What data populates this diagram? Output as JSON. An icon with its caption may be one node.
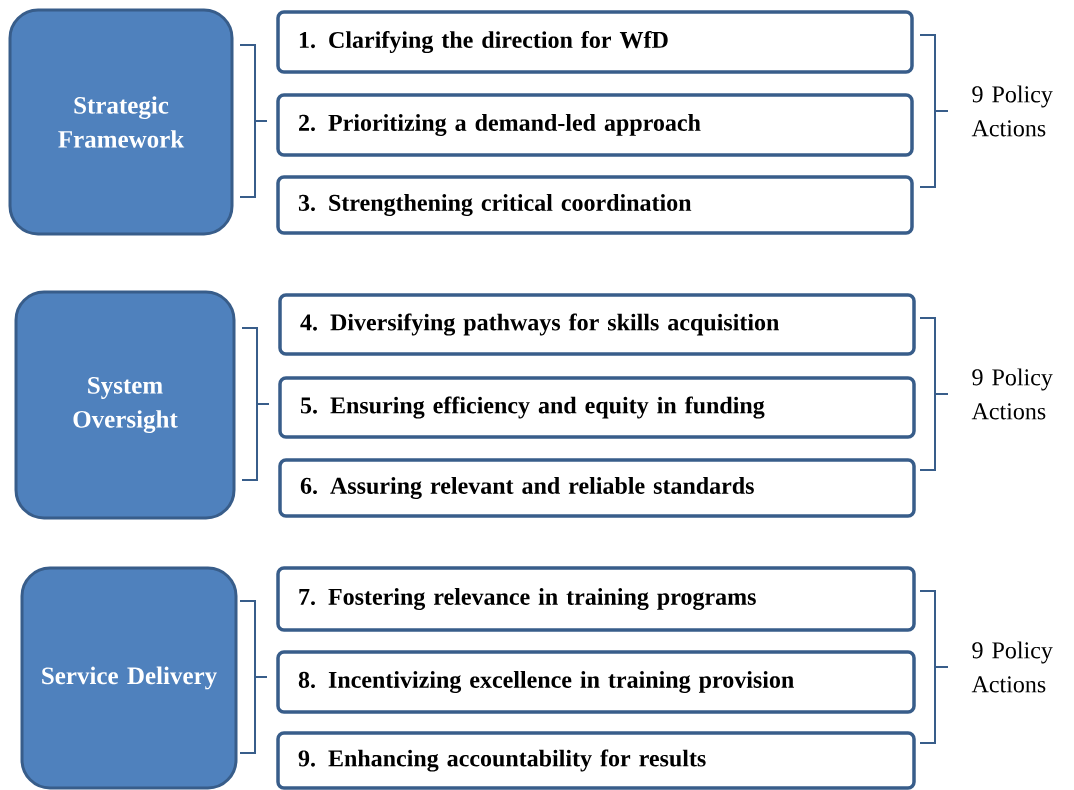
{
  "diagram": {
    "nodes": [
      {
        "text": [
          "Strategic Framework"
        ]
      },
      {
        "text": [
          "1. Clarifying  the direction for WfD"
        ]
      },
      {
        "text": [
          "2. Prioritizing a demand-led approach"
        ]
      },
      {
        "text": [
          "3. Strengthening critical coordination"
        ]
      },
      {
        "text": [
          "System Oversight"
        ]
      },
      {
        "text": [
          "4. Diversifying pathways for skills acquisition"
        ]
      },
      {
        "text": [
          "5. Ensuring efficiency and equity in funding"
        ]
      },
      {
        "text": [
          "6. Assuring relevant and reliable standards"
        ]
      },
      {
        "text": [
          "Service Delivery"
        ]
      },
      {
        "text": [
          "7. Fostering relevance in training programs"
        ]
      },
      {
        "text": [
          "8. Incentivizing excellence in training provision"
        ]
      },
      {
        "text": [
          "9. Enhancing accountability for results"
        ]
      }
    ],
    "labels": [
      "9 Policy Actions",
      "9 Policy Actions",
      "9 Policy Actions"
    ]
  }
}
